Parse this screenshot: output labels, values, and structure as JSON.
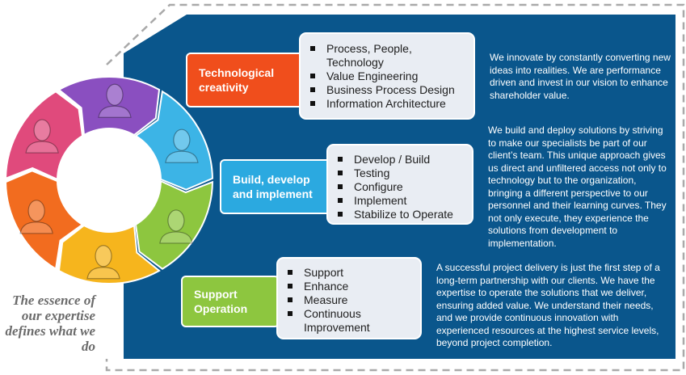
{
  "tagline": "The essence of our expertise defines what we do",
  "sections": [
    {
      "title": "Technological creativity",
      "color": "#f04e1c",
      "items": [
        "Process, People, Technology",
        "Value Engineering",
        "Business Process Design",
        "Information Architecture"
      ],
      "description": "We innovate by constantly converting new ideas into realities. We are performance driven and invest in our vision to enhance shareholder value."
    },
    {
      "title": "Build, develop and implement",
      "color": "#2ba9e0",
      "items": [
        "Develop / Build",
        "Testing",
        "Configure",
        "Implement",
        "Stabilize to Operate"
      ],
      "description": "We build and deploy solutions by striving to make our specialists be part of our client’s team. This unique approach gives us direct and unfiltered access not only to technology but to the organization, bringing a different perspective to our personnel and their learning curves. They not only execute, they experience the solutions from development to implementation."
    },
    {
      "title": "Support Operation",
      "color": "#8dc63f",
      "items": [
        "Support",
        "Enhance",
        "Measure",
        "Continuous Improvement"
      ],
      "description": "A successful project delivery is just the first step of a long-term partnership with our clients. We have the expertise to operate the solutions that we deliver, ensuring added value. We understand their needs, and we provide continuous innovation with experienced resources at the highest service levels, beyond project completion."
    }
  ],
  "colors": {
    "panel": "#0a568c",
    "wheel": [
      "#8a4fc0",
      "#3cb4e6",
      "#8dc63f",
      "#f6b51d",
      "#f26c1f",
      "#e04a7c"
    ]
  },
  "icons": [
    "person-icon",
    "person-icon",
    "person-icon",
    "person-icon",
    "person-icon",
    "person-icon"
  ]
}
